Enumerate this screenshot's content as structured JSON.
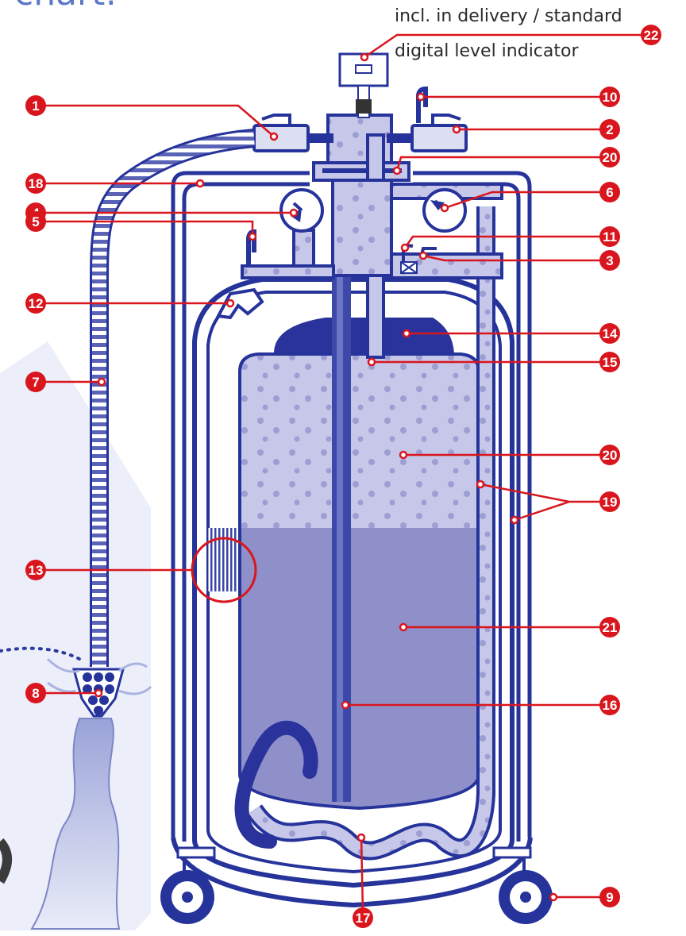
{
  "title": "chart:",
  "header": {
    "line1": "incl. in delivery / standard",
    "line2": "digital level indicator"
  },
  "colors": {
    "outline": "#25339a",
    "gas_fill": "#c4c5e8",
    "liquid_fill": "#8f90c9",
    "callout": "#d9161e",
    "cap_blue": "#29339b"
  },
  "callouts": {
    "c1": "1",
    "c2": "2",
    "c3": "3",
    "c4": "4",
    "c5": "5",
    "c6": "6",
    "c7": "7",
    "c8": "8",
    "c9": "9",
    "c10": "10",
    "c11": "11",
    "c12": "12",
    "c13": "13",
    "c14": "14",
    "c15": "15",
    "c16": "16",
    "c17": "17",
    "c18": "18",
    "c19": "19",
    "c20a": "20",
    "c20b": "20",
    "c21": "21",
    "c22": "22"
  }
}
